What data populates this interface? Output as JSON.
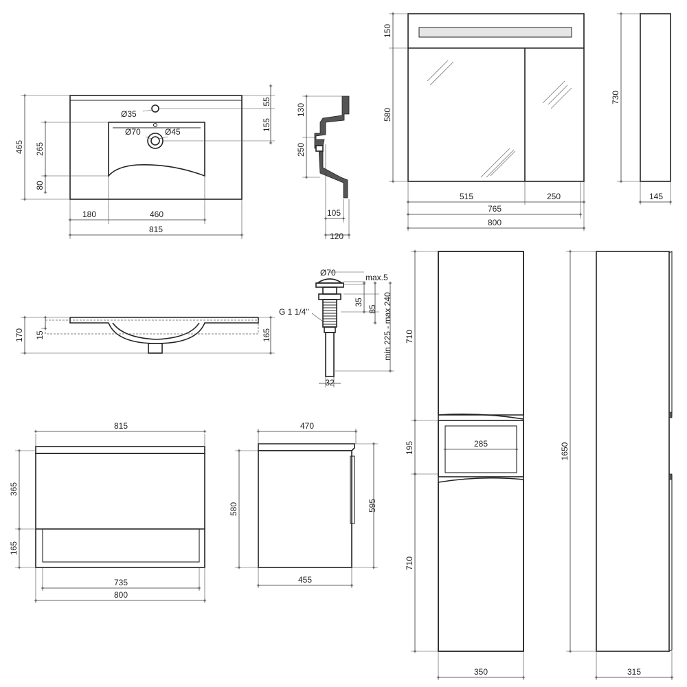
{
  "washbasin_top": {
    "tap_hole_dia": "Ø35",
    "drain_dia": "Ø70",
    "overflow_dia": "Ø45",
    "width_overall": "815",
    "left_offset": "180",
    "bowl_width": "460",
    "depth_overall": "465",
    "bowl_depth": "265",
    "front_rim": "80",
    "tap_from_back": "55",
    "drain_from_tap": "155"
  },
  "washbasin_side": {
    "top_height": "130",
    "lower_height": "250",
    "depth_105": "105",
    "depth_120": "120"
  },
  "washbasin_front": {
    "height_170": "170",
    "rim_15": "15",
    "height_165": "165"
  },
  "drain_valve": {
    "top_dia": "Ø70",
    "flange_max": "max.5",
    "thread": "G 1 1/4\"",
    "h35": "35",
    "h85": "85",
    "length_range": "min 225 - max 240",
    "pipe_dia": "32"
  },
  "mirror_cabinet": {
    "light_height": "150",
    "body_height": "580",
    "door_left": "515",
    "door_right": "250",
    "inner_width": "765",
    "width_overall": "800",
    "side_height": "730",
    "side_depth": "145"
  },
  "vanity_front": {
    "top_width": "815",
    "drawer_height": "365",
    "shelf_height": "165",
    "inner_width": "735",
    "width_overall": "800"
  },
  "vanity_side": {
    "depth_top": "470",
    "height_580": "580",
    "height_595": "595",
    "depth_bottom": "455"
  },
  "tall_cabinet": {
    "upper_door": "710",
    "niche_height": "195",
    "niche_width": "285",
    "lower_door": "710",
    "width_front": "350",
    "height_overall": "1650",
    "depth_side": "315"
  }
}
